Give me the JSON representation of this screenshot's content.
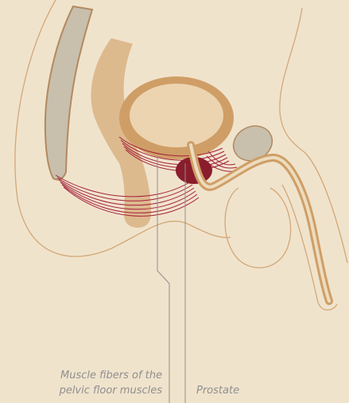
{
  "labels": {
    "muscle_line1": "Muscle fibers of the",
    "muscle_line2": "pelvic floor muscles",
    "prostate": "Prostate"
  },
  "colors": {
    "background": "#f0e3cc",
    "outline": "#d2a878",
    "sacrum_fill": "#c8bfad",
    "sacrum_stroke": "#b28a60",
    "rectum": "#ddb98e",
    "bladder_wall": "#cf9e66",
    "bladder_inner": "#ecd4b1",
    "muscle": "#a4203a",
    "prostate": "#8a1d2c",
    "testis_fill": "#c8bfad",
    "urethra_outer": "#cf9e66",
    "urethra_inner": "#eddcbf",
    "leader_line": "#8f8f8f"
  }
}
